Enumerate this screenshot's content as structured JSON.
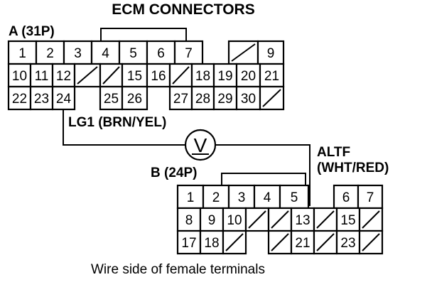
{
  "title": "ECM CONNECTORS",
  "connector_a": {
    "label": "A (31P)",
    "rows": [
      [
        "1",
        "2",
        "3",
        "4",
        "5",
        "6",
        "7",
        "",
        "",
        "9"
      ],
      [
        "10",
        "11",
        "12",
        "",
        "",
        "15",
        "16",
        "",
        "18",
        "19",
        "20",
        "21"
      ],
      [
        "22",
        "23",
        "24",
        "",
        "25",
        "26",
        "",
        "27",
        "28",
        "29",
        "30",
        ""
      ]
    ]
  },
  "connector_b": {
    "label": "B (24P)",
    "rows": [
      [
        "1",
        "2",
        "3",
        "4",
        "5",
        "",
        "6",
        "7"
      ],
      [
        "8",
        "9",
        "10",
        "",
        "",
        "13",
        "",
        "15",
        ""
      ],
      [
        "17",
        "18",
        "",
        "",
        "21",
        "",
        "23",
        ""
      ]
    ]
  },
  "wire_lg1": "LG1 (BRN/YEL)",
  "wire_altf_1": "ALTF",
  "wire_altf_2": "(WHT/RED)",
  "voltmeter_symbol": "V",
  "caption": "Wire side of female terminals"
}
